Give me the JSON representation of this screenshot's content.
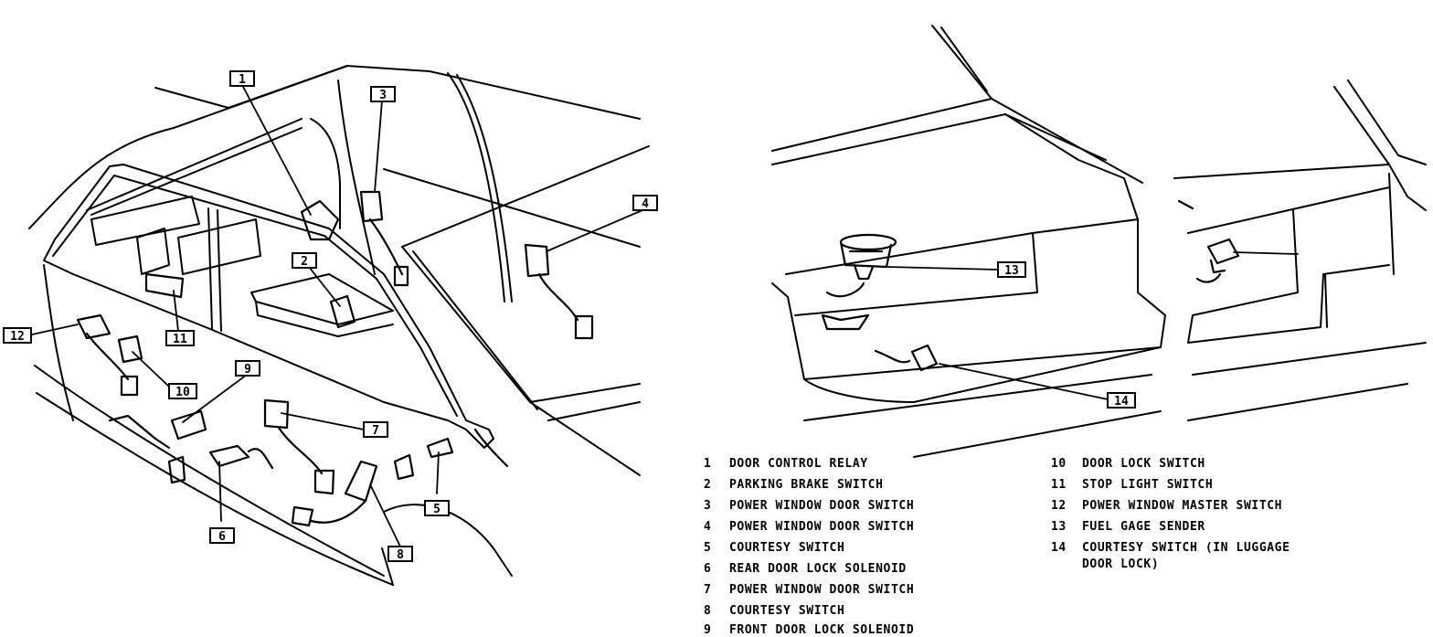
{
  "callouts": [
    "1",
    "2",
    "3",
    "4",
    "5",
    "6",
    "7",
    "8",
    "9",
    "10",
    "11",
    "12",
    "13",
    "14"
  ],
  "legend": [
    {
      "num": "1",
      "text": "DOOR CONTROL RELAY"
    },
    {
      "num": "2",
      "text": "PARKING BRAKE SWITCH"
    },
    {
      "num": "3",
      "text": "POWER WINDOW DOOR SWITCH"
    },
    {
      "num": "4",
      "text": "POWER WINDOW DOOR SWITCH"
    },
    {
      "num": "5",
      "text": "COURTESY SWITCH"
    },
    {
      "num": "6",
      "text": "REAR DOOR LOCK SOLENOID"
    },
    {
      "num": "7",
      "text": "POWER WINDOW DOOR SWITCH"
    },
    {
      "num": "8",
      "text": "COURTESY SWITCH"
    },
    {
      "num": "9",
      "text": "FRONT DOOR LOCK SOLENOID"
    },
    {
      "num": "10",
      "text": "DOOR LOCK SWITCH"
    },
    {
      "num": "11",
      "text": "STOP LIGHT SWITCH"
    },
    {
      "num": "12",
      "text": "POWER WINDOW MASTER SWITCH"
    },
    {
      "num": "13",
      "text": "FUEL GAGE SENDER"
    },
    {
      "num": "14",
      "text": "COURTESY SWITCH (IN LUGGAGE",
      "text2": "DOOR LOCK)"
    }
  ],
  "colors": {
    "ink": "#000000",
    "paper": "#ffffff"
  }
}
